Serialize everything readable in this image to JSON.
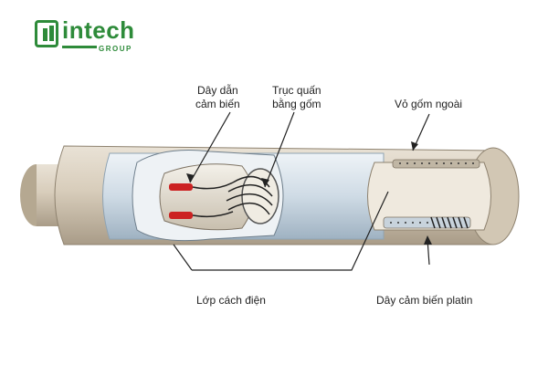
{
  "logo": {
    "word": "intech",
    "sub": "GROUP"
  },
  "labels": {
    "lead_wire_line1": "Dây dẫn",
    "lead_wire_line2": "cảm biến",
    "ceramic_shaft_line1": "Trục quấn",
    "ceramic_shaft_line2": "bằng gốm",
    "outer_shell": "Vỏ gốm ngoài",
    "insulation": "Lớp cách điện",
    "platinum_wire": "Dây cảm biến platin"
  },
  "colors": {
    "brand": "#2e8b3a",
    "tube": "#d9cfc0",
    "glass": "#c9d6e0",
    "lead": "#cc2222"
  }
}
